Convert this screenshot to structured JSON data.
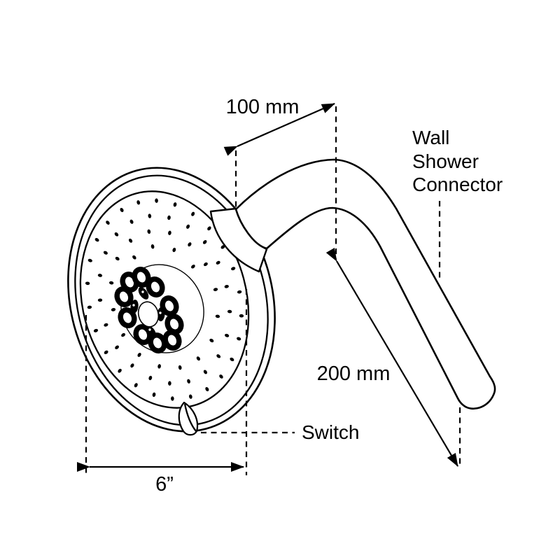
{
  "diagram": {
    "background_color": "#ffffff",
    "line_color": "#000000",
    "dimensions": {
      "arm_offset": {
        "label": "100 mm"
      },
      "arm_length": {
        "label": "200 mm"
      },
      "head_diameter": {
        "label": "6”"
      }
    },
    "annotations": {
      "wall_connector": {
        "lines": [
          "Wall",
          "Shower",
          "Connector"
        ]
      },
      "switch": {
        "label": "Switch"
      }
    }
  }
}
